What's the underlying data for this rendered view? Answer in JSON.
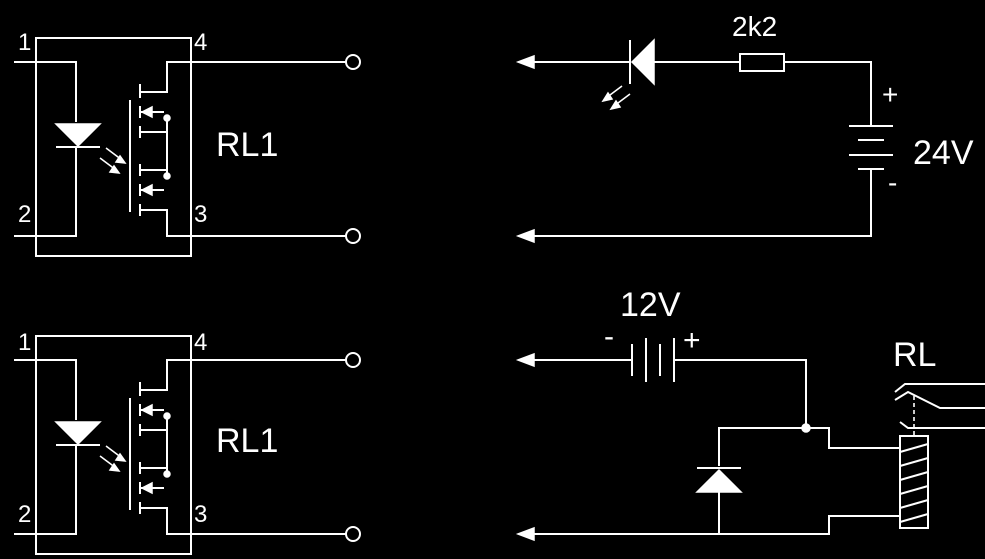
{
  "colors": {
    "background": "#000000",
    "foreground": "#ffffff"
  },
  "top_circuit": {
    "relay_label": "RL1",
    "pins": {
      "p1": "1",
      "p2": "2",
      "p3": "3",
      "p4": "4"
    },
    "resistor_value": "2k2",
    "supply_voltage": "24V",
    "plus_sign": "+",
    "minus_sign": "-"
  },
  "bottom_circuit": {
    "relay_label": "RL1",
    "pins": {
      "p1": "1",
      "p2": "2",
      "p3": "3",
      "p4": "4"
    },
    "battery_voltage": "12V",
    "minus_sign": "-",
    "plus_sign": "+",
    "coil_relay_label": "RL"
  }
}
